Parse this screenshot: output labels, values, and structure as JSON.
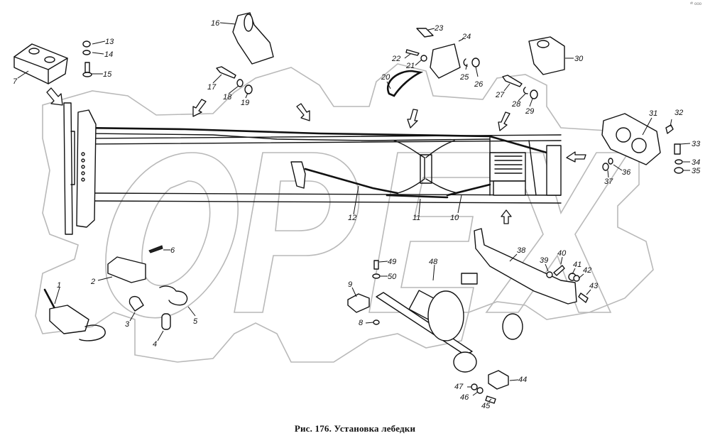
{
  "figure": {
    "caption": "Рис. 176. Установка лебедки",
    "corner_mark": "ᵃᵇ ooo",
    "watermark_text": "OPEX"
  },
  "callouts": [
    {
      "id": "1",
      "label": "1"
    },
    {
      "id": "2",
      "label": "2"
    },
    {
      "id": "3",
      "label": "3"
    },
    {
      "id": "4",
      "label": "4"
    },
    {
      "id": "5",
      "label": "5"
    },
    {
      "id": "6",
      "label": "6"
    },
    {
      "id": "7",
      "label": "7"
    },
    {
      "id": "8",
      "label": "8"
    },
    {
      "id": "9",
      "label": "9"
    },
    {
      "id": "10",
      "label": "10"
    },
    {
      "id": "11",
      "label": "11"
    },
    {
      "id": "12",
      "label": "12"
    },
    {
      "id": "13",
      "label": "13"
    },
    {
      "id": "14",
      "label": "14"
    },
    {
      "id": "15",
      "label": "15"
    },
    {
      "id": "16",
      "label": "16"
    },
    {
      "id": "17",
      "label": "17"
    },
    {
      "id": "18",
      "label": "18"
    },
    {
      "id": "19",
      "label": "19"
    },
    {
      "id": "20",
      "label": "20"
    },
    {
      "id": "21",
      "label": "21"
    },
    {
      "id": "22",
      "label": "22"
    },
    {
      "id": "23",
      "label": "23"
    },
    {
      "id": "24",
      "label": "24"
    },
    {
      "id": "25",
      "label": "25"
    },
    {
      "id": "26",
      "label": "26"
    },
    {
      "id": "27",
      "label": "27"
    },
    {
      "id": "28",
      "label": "28"
    },
    {
      "id": "29",
      "label": "29"
    },
    {
      "id": "30",
      "label": "30"
    },
    {
      "id": "31",
      "label": "31"
    },
    {
      "id": "32",
      "label": "32"
    },
    {
      "id": "33",
      "label": "33"
    },
    {
      "id": "34",
      "label": "34"
    },
    {
      "id": "35",
      "label": "35"
    },
    {
      "id": "36",
      "label": "36"
    },
    {
      "id": "37",
      "label": "37"
    },
    {
      "id": "38",
      "label": "38"
    },
    {
      "id": "39",
      "label": "39"
    },
    {
      "id": "40",
      "label": "40"
    },
    {
      "id": "41",
      "label": "41"
    },
    {
      "id": "42",
      "label": "42"
    },
    {
      "id": "43",
      "label": "43"
    },
    {
      "id": "44",
      "label": "44"
    },
    {
      "id": "45",
      "label": "45"
    },
    {
      "id": "46",
      "label": "46"
    },
    {
      "id": "47",
      "label": "47"
    },
    {
      "id": "48",
      "label": "48"
    },
    {
      "id": "49",
      "label": "49"
    },
    {
      "id": "50",
      "label": "50"
    }
  ],
  "parts": {
    "cable_with_hook": "cable-hook-assembly",
    "clevis": "clevis",
    "thimble": "thimble",
    "pin": "pin",
    "hook": "hook",
    "cotter_pin": "cotter-pin",
    "roller_guide_front": "front-roller-guide",
    "nut_8": "nut",
    "bracket_9": "bracket",
    "shaft_10": "propeller-shaft-rear",
    "shaft_11": "propeller-shaft-intermediate",
    "shaft_12": "propeller-shaft-front",
    "nut_13": "nut",
    "washer_14": "washer",
    "bolt_15": "bolt",
    "support_16": "intermediate-support",
    "bolt_17": "bolt",
    "washer_18": "washer",
    "nut_19": "nut",
    "belt_20": "belt",
    "nut_21": "nut",
    "bolt_22": "bolt",
    "bolt_23": "bolt",
    "bracket_24": "bracket",
    "washer_25": "washer",
    "nut_26": "nut",
    "bolt_27": "bolt",
    "washer_28": "washer",
    "nut_29": "nut",
    "support_30": "support",
    "roller_31": "rear-roller-guide",
    "bolt_32": "bolt",
    "bolt_33": "bolt",
    "washer_34": "washer",
    "nut_35": "nut",
    "washer_36": "washer",
    "nut_37": "nut",
    "crossmember_38": "rear-crossmember",
    "washer_39": "washer",
    "bolt_40": "bolt",
    "nut_41": "nut",
    "washer_42": "washer",
    "bolt_43": "bolt",
    "bracket_44": "bracket",
    "bolt_45": "bolt",
    "washer_46": "washer",
    "nut_47": "nut",
    "winch_48": "winch",
    "bolt_49": "bolt",
    "washer_50": "washer"
  }
}
